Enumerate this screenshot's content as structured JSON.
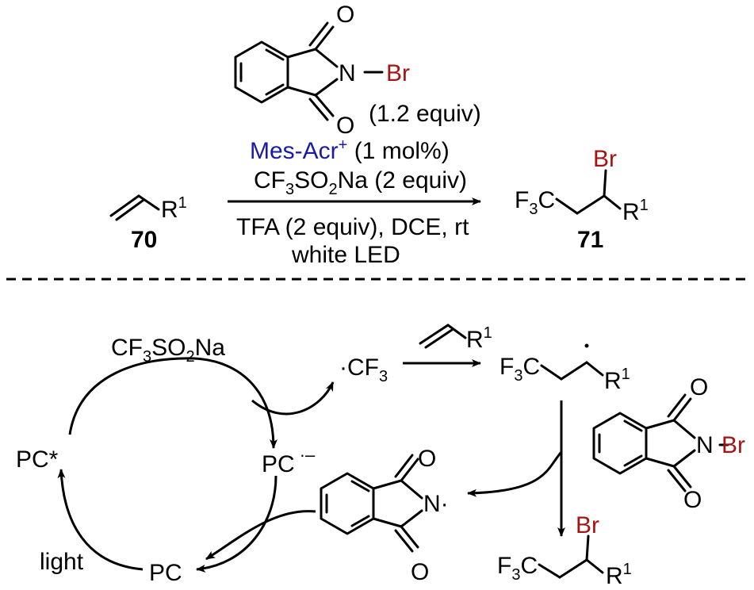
{
  "colors": {
    "text": "#000000",
    "bromine": "#a31515",
    "catalyst": "#1a1aa8"
  },
  "reagent": {
    "o": "O",
    "n": "N",
    "br": "Br",
    "equiv": "(1.2 equiv)"
  },
  "conditions": {
    "catalyst": "Mes-Acr",
    "catalyst_charge": "+",
    "catalyst_amount": " (1 mol%)",
    "cf": "CF",
    "sub3": "3",
    "so": "SO",
    "sub2": "2",
    "na_amount": "Na (2 equiv)",
    "line3": "TFA (2 equiv), DCE, rt",
    "line4": "white LED"
  },
  "substrate": {
    "r": "R",
    "r_sup": "1",
    "number": "70"
  },
  "product": {
    "br": "Br",
    "f3c_f": "F",
    "f3c_sub": "3",
    "f3c_c": "C",
    "r": "R",
    "r_sup": "1",
    "number": "71"
  },
  "mechanism": {
    "cf3so2na_cf": "CF",
    "cf3so2na_sub3": "3",
    "cf3so2na_so": "SO",
    "cf3so2na_sub2": "2",
    "cf3so2na_na": "Na",
    "radical_dot": "·",
    "cf3_cf": "CF",
    "cf3_sub": "3",
    "alkene_r": "R",
    "alkene_r_sup": "1",
    "radical_f3c_f": "F",
    "radical_f3c_sub": "3",
    "radical_f3c_c": "C",
    "radical_r": "R",
    "radical_r_sup": "1",
    "pc_star": "PC*",
    "pc_anion": "PC",
    "pc_anion_charge": "·–",
    "pc": "PC",
    "light": "light",
    "nbr_o": "O",
    "nbr_n": "N",
    "nbr_br": "Br",
    "imidyl_o": "O",
    "imidyl_n": "N·",
    "prod_br": "Br",
    "prod_f3c_f": "F",
    "prod_f3c_sub": "3",
    "prod_f3c_c": "C",
    "prod_r": "R",
    "prod_r_sup": "1"
  }
}
